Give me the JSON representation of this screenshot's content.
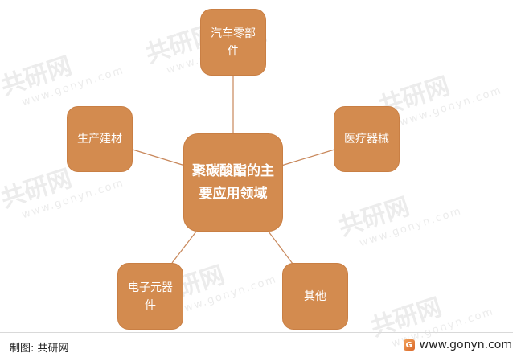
{
  "diagram": {
    "center": "聚碳酸酯的主要应用领域",
    "nodes": {
      "top": "汽车零部件",
      "left": "生产建材",
      "right": "医疗器械",
      "bottom_left": "电子元器件",
      "bottom_right": "其他"
    }
  },
  "footer": {
    "source": "制图: 共研网",
    "website": "www.gonyn.com"
  },
  "watermark": {
    "text": "共研网",
    "sub": "www.gonyn.com"
  },
  "colors": {
    "node_fill": "#d38b4f",
    "connector": "#c8875a"
  }
}
